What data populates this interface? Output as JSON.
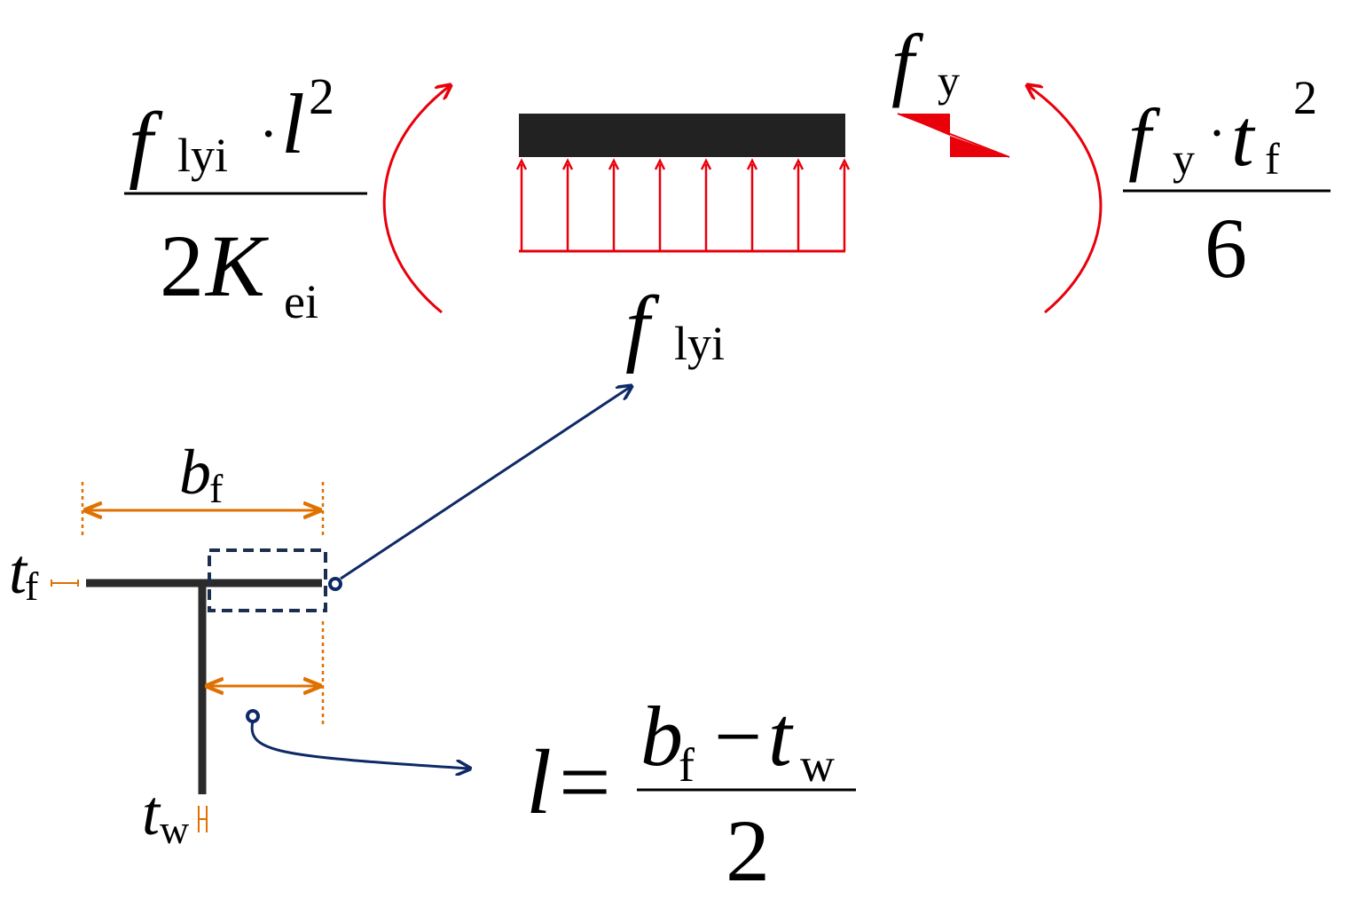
{
  "colors": {
    "beam": "#222222",
    "load": "#e8000b",
    "dimension": "#e07000",
    "navy": "#0e2a66",
    "section": "#2b2b2b",
    "text": "#000000"
  },
  "symbols": {
    "f": "f",
    "l": "l",
    "K": "K",
    "b": "b",
    "t": "t",
    "two": "2",
    "six": "6",
    "dot": "·",
    "minus": "−",
    "equals": "=",
    "sq": "2"
  },
  "subscripts": {
    "lyi": "lyi",
    "ei": "ei",
    "y": "y",
    "f": "f",
    "w": "w"
  },
  "load_diagram": {
    "arrow_count": 8
  }
}
